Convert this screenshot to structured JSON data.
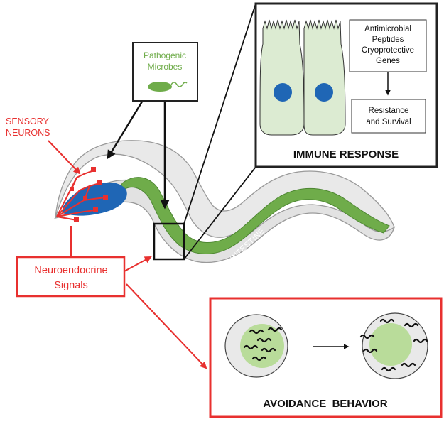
{
  "colors": {
    "red": "#e8302f",
    "green": "#6fac4a",
    "green_light": "#b9dc9a",
    "blue": "#1f66b5",
    "body_gray": "#e9e9e9",
    "cell_fill": "#dcebd2",
    "dark": "#222222"
  },
  "labels": {
    "sensory_line1": "SENSORY",
    "sensory_line2": "NEURONS",
    "pathogen_line1": "Pathogenic",
    "pathogen_line2": "Microbes",
    "neuroendocrine_line1": "Neuroendocrine",
    "neuroendocrine_line2": "Signals",
    "intestine": "INTESTINE",
    "antimicrobial_line1": "Antimicrobial",
    "antimicrobial_line2": "Peptides",
    "antimicrobial_line3": "Cryoprotective",
    "antimicrobial_line4": "Genes",
    "resistance_line1": "Resistance",
    "resistance_line2": "and Survival",
    "immune_response": "IMMUNE RESPONSE",
    "avoidance_behavior": "AVOIDANCE  BEHAVIOR"
  },
  "icons": {
    "microbe": "bacterium-icon",
    "cell": "epithelial-cell-icon",
    "plate": "petri-dish-icon",
    "worm": "nematode-icon"
  }
}
